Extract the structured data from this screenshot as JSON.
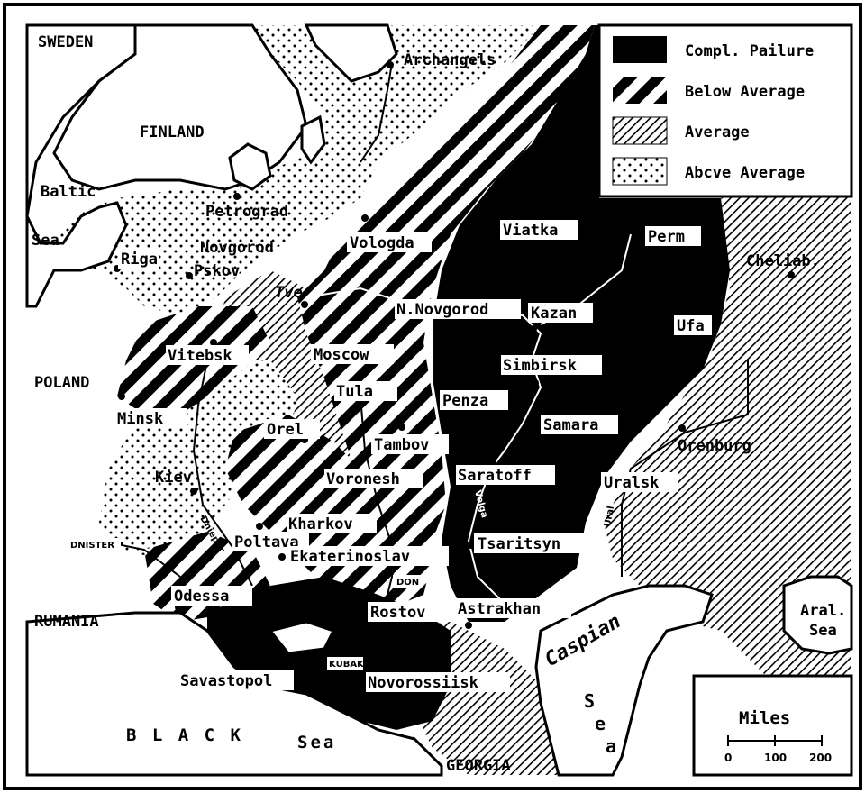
{
  "legend": {
    "items": [
      {
        "label": "Compl. Pailure",
        "pattern": "solid"
      },
      {
        "label": "Below Average",
        "pattern": "thick-diagonal"
      },
      {
        "label": "Average",
        "pattern": "thin-diagonal"
      },
      {
        "label": "Abcve Average",
        "pattern": "dots"
      }
    ]
  },
  "countries": {
    "sweden": "SWEDEN",
    "finland": "FINLAND",
    "poland": "POLAND",
    "rumania": "RUMANIA",
    "georgia": "GEORGIA"
  },
  "seas": {
    "baltic": "Baltic",
    "baltic_sea": "Sea",
    "black": "B L A C K",
    "black_sea": "Sea",
    "caspian": "Caspian",
    "caspian_s": "S",
    "caspian_e": "e",
    "caspian_a": "a",
    "aral": "Aral.",
    "aral_sea": "Sea"
  },
  "rivers": {
    "dnister": "DNISTER",
    "dnieper": "Dnieper",
    "don": "DON",
    "volga": "Volga",
    "ural": "Ural",
    "kubak": "KUBAK"
  },
  "cities": {
    "archangels": "Archangels",
    "petrograd": "Petrograd",
    "novgorod": "Novgorod",
    "riga": "Riga",
    "pskov": "Pskov",
    "vologda": "Vologda",
    "tver": "Tver",
    "moscow": "Moscow",
    "vitebsk": "Vitebsk",
    "minsk": "Minsk",
    "tula": "Tula",
    "orel": "Orel",
    "tambov": "Tambov",
    "voronesh": "Voronesh",
    "kiev": "Kiev",
    "kharkov": "Kharkov",
    "poltava": "Poltava",
    "ekaterinoslav": "Ekaterinoslav",
    "odessa": "Odessa",
    "rostov": "Rostov",
    "savastopol": "Savastopol",
    "novorossiisk": "Novorossiisk",
    "viatka": "Viatka",
    "perm": "Perm",
    "n_novgorod": "N.Novgorod",
    "kazan": "Kazan",
    "ufa": "Ufa",
    "simbirsk": "Simbirsk",
    "penza": "Penza",
    "samara": "Samara",
    "saratoff": "Saratoff",
    "tsaritsyn": "Tsaritsyn",
    "astrakhan": "Astrakhan",
    "cheliab": "Cheliab.",
    "orenburg": "Orenburg",
    "uralsk": "Uralsk"
  },
  "scale": {
    "title": "Miles",
    "ticks": [
      "0",
      "100",
      "200"
    ]
  }
}
